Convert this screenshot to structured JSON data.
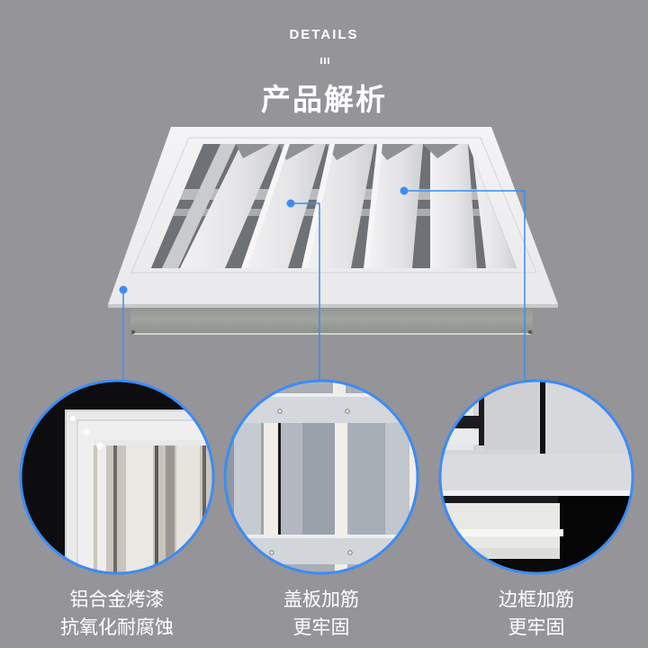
{
  "header": {
    "subtitle_en": "DETAILS",
    "title_cn": "产品解析"
  },
  "colors": {
    "background": "#959499",
    "accent": "#3b8cf5",
    "text": "#ffffff"
  },
  "callouts": [
    {
      "id": "coating",
      "line1": "铝合金烤漆",
      "line2": "抗氧化耐腐蚀"
    },
    {
      "id": "cover-plate",
      "line1": "盖板加筋",
      "line2": "更牢固"
    },
    {
      "id": "frame",
      "line1": "边框加筋",
      "line2": "更牢固"
    }
  ]
}
